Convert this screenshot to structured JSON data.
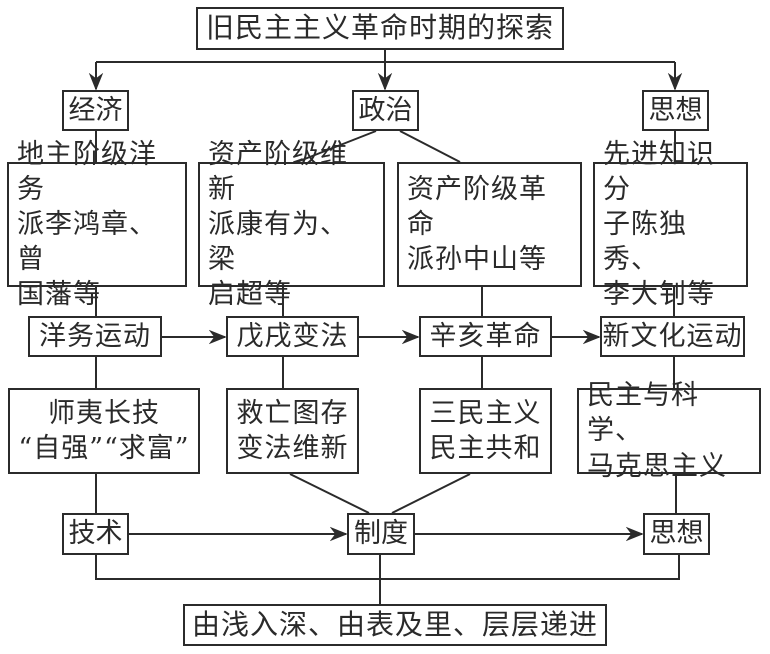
{
  "title": "旧民主主义革命时期的探索",
  "categories": {
    "economy": "经济",
    "politics": "政治",
    "thought": "思想"
  },
  "actors": [
    {
      "id": "westernization-faction",
      "text": "地主阶级洋务\n派李鸿章、曾\n国藩等"
    },
    {
      "id": "reform-faction",
      "text": "资产阶级维新\n派康有为、梁\n启超等"
    },
    {
      "id": "revolution-faction",
      "text": "资产阶级革命\n派孙中山等"
    },
    {
      "id": "intellectuals",
      "text": "先进知识分\n子陈独秀、\n李大钊等"
    }
  ],
  "events": [
    {
      "id": "westernization-movement",
      "text": "洋务运动"
    },
    {
      "id": "hundred-days-reform",
      "text": "戊戌变法"
    },
    {
      "id": "xinhai-revolution",
      "text": "辛亥革命"
    },
    {
      "id": "new-culture-movement",
      "text": "新文化运动"
    }
  ],
  "ideas": [
    {
      "id": "westernization-ideas",
      "text": "师夷长技\n“自强”“求富”"
    },
    {
      "id": "reform-ideas",
      "text": "救亡图存\n变法维新"
    },
    {
      "id": "revolution-ideas",
      "text": "三民主义\n民主共和"
    },
    {
      "id": "new-culture-ideas",
      "text": "民主与科学、\n马克思主义"
    }
  ],
  "levels": {
    "technology": "技术",
    "institution": "制度",
    "thought": "思想"
  },
  "conclusion": "由浅入深、由表及里、层层递进",
  "colors": {
    "line": "#2b2b2b",
    "background": "#ffffff",
    "text": "#2a2a2a"
  }
}
